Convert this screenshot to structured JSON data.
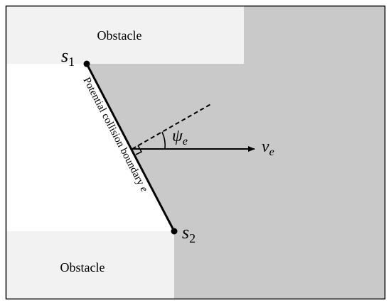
{
  "labels": {
    "obstacle_top": "Obstacle",
    "obstacle_bottom": "Obstacle",
    "boundary": "Potential collision boundary",
    "boundary_symbol": "e",
    "s1_base": "s",
    "s1_sub": "1",
    "s2_base": "s",
    "s2_sub": "2",
    "psi_base": "ψ",
    "psi_sub": "e",
    "v_base": "v",
    "v_sub": "e"
  },
  "colors": {
    "background": "#ffffff",
    "obstacle_fill": "#f2f2f2",
    "region_fill": "#c9c9c9",
    "frame": "#000000",
    "lines": "#000000"
  }
}
